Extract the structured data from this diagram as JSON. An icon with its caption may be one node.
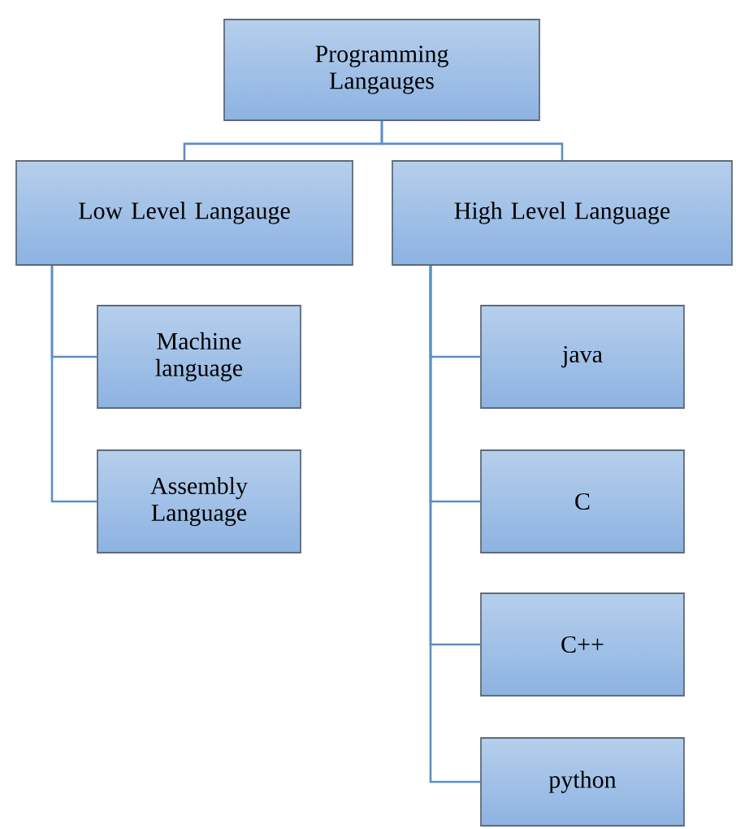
{
  "diagram": {
    "nodes": [
      {
        "text": [
          "Programming Langauges"
        ]
      },
      {
        "text": [
          "Low Level  Langauge"
        ]
      },
      {
        "text": [
          "High  Level  Language"
        ]
      },
      {
        "text": [
          "Machine language"
        ]
      },
      {
        "text": [
          "Assembly Language"
        ]
      },
      {
        "text": [
          "java"
        ]
      },
      {
        "text": [
          "C"
        ]
      },
      {
        "text": [
          "C++"
        ]
      },
      {
        "text": [
          "python"
        ]
      }
    ],
    "edges": [
      {
        "from": 0,
        "to": 1,
        "arrow": "none"
      },
      {
        "from": 0,
        "to": 2,
        "arrow": "none"
      },
      {
        "from": 1,
        "to": 3,
        "arrow": "none"
      },
      {
        "from": 1,
        "to": 4,
        "arrow": "none"
      },
      {
        "from": 2,
        "to": 5,
        "arrow": "none"
      },
      {
        "from": 2,
        "to": 6,
        "arrow": "none"
      },
      {
        "from": 2,
        "to": 7,
        "arrow": "none"
      },
      {
        "from": 2,
        "to": 8,
        "arrow": "none"
      }
    ]
  }
}
